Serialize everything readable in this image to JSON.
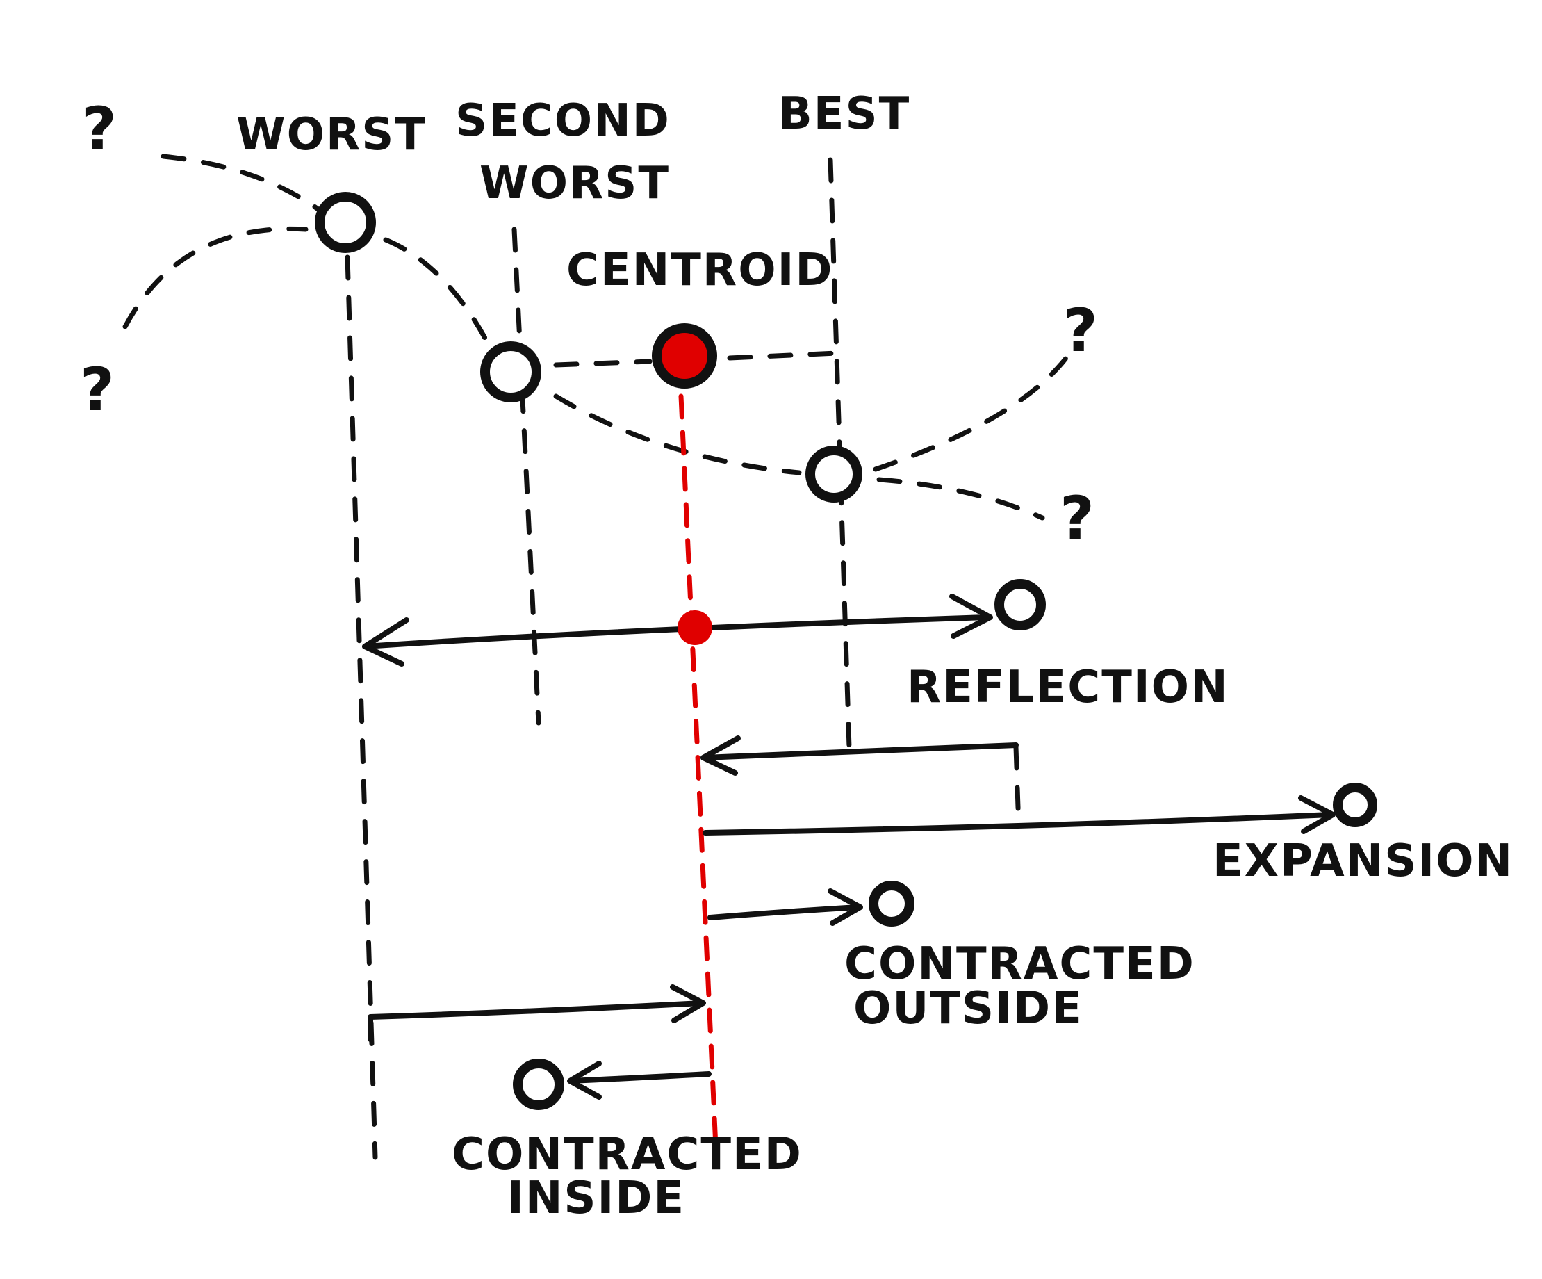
{
  "labels": {
    "worst": "WORST",
    "second_worst_line1": "SECOND",
    "second_worst_line2": "WORST",
    "best": "BEST",
    "centroid": "CENTROID",
    "reflection": "REFLECTION",
    "expansion": "EXPANSION",
    "contracted_outside_line1": "CONTRACTED",
    "contracted_outside_line2": "OUTSIDE",
    "contracted_inside_line1": "CONTRACTED",
    "contracted_inside_line2": "INSIDE"
  },
  "question_mark": "?",
  "colors": {
    "ink": "#111111",
    "centroid": "#e00000",
    "background": "#ffffff"
  }
}
